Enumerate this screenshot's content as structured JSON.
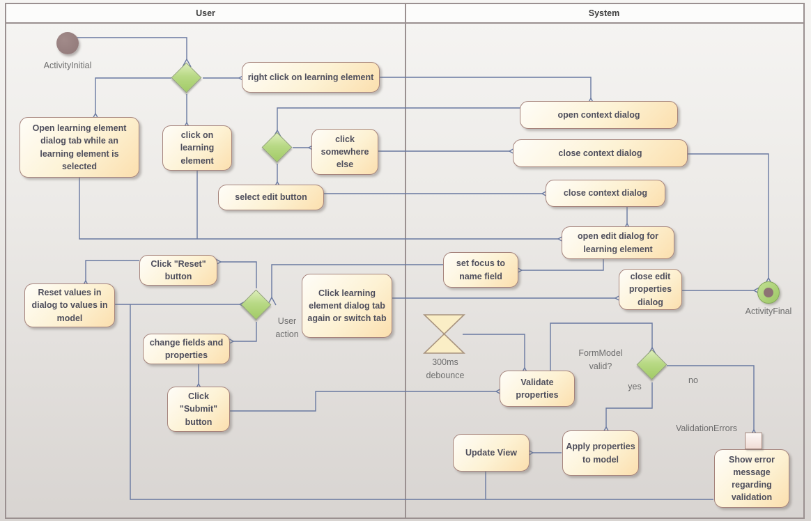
{
  "diagram": {
    "lanes": {
      "user": "User",
      "system": "System"
    },
    "nodes": {
      "activity_initial": {
        "label": "ActivityInitial",
        "type": "initial"
      },
      "activity_final": {
        "label": "ActivityFinal",
        "type": "final"
      },
      "open_tab": {
        "label": "Open learning element dialog tab while an learning element is selected"
      },
      "click_on_element": {
        "label": "click on learning element"
      },
      "right_click": {
        "label": "right click on learning element"
      },
      "open_context": {
        "label": "open context dialog"
      },
      "click_somewhere": {
        "label": "click somewhere else"
      },
      "close_context_1": {
        "label": "close context dialog"
      },
      "select_edit": {
        "label": "select edit button"
      },
      "close_context_2": {
        "label": "close context dialog"
      },
      "open_edit_dialog": {
        "label": "open edit dialog for learning element"
      },
      "set_focus": {
        "label": "set focus to name field"
      },
      "close_edit_props": {
        "label": "close edit properties dialog"
      },
      "click_reset": {
        "label": "Click \"Reset\" button"
      },
      "reset_values": {
        "label": "Reset values in dialog to values in model"
      },
      "click_learning_tab": {
        "label": "Click learning element dialog tab again or switch tab"
      },
      "change_fields": {
        "label": "change fields and properties"
      },
      "click_submit": {
        "label": "Click \"Submit\" button"
      },
      "validate_props": {
        "label": "Validate properties"
      },
      "apply_props": {
        "label": "Apply properties to model"
      },
      "update_view": {
        "label": "Update View"
      },
      "show_error": {
        "label": "Show error message regarding validation"
      }
    },
    "annotations": {
      "user_action": "User action",
      "debounce": "300ms debounce",
      "formmodel_valid": "FormModel valid?",
      "yes": "yes",
      "no": "no",
      "validation_errors": "ValidationErrors"
    },
    "colors": {
      "box_fill": "#fbe4b4",
      "box_border": "#a5837b",
      "diamond_green": "#aed178",
      "flow_line": "#6878a0",
      "frame_border": "#9a9090",
      "initial_node": "#97807f",
      "final_ring": "#a8d077",
      "final_dot": "#8d7374",
      "text": "#4e4e5c"
    }
  }
}
